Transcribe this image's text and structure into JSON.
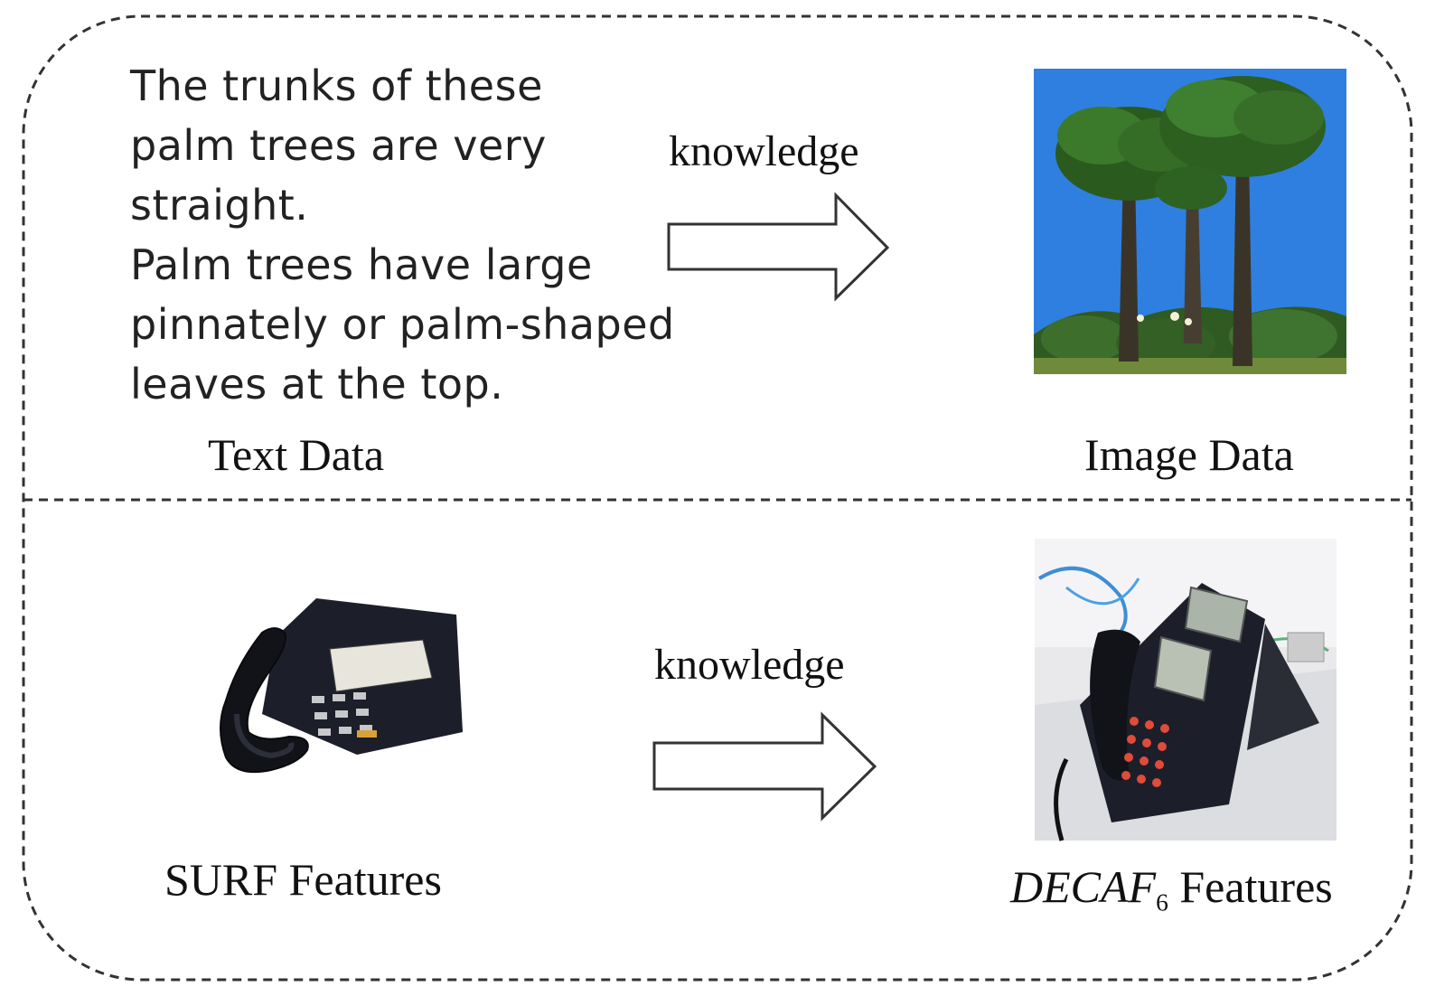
{
  "top_panel": {
    "text_lines": [
      "The trunks of these",
      "palm trees are very",
      "straight.",
      "Palm trees have large",
      "pinnately or palm-shaped",
      "leaves at the top."
    ],
    "arrow_label": "knowledge",
    "left_caption": "Text Data",
    "right_caption": "Image Data"
  },
  "bottom_panel": {
    "arrow_label": "knowledge",
    "left_caption": "SURF Features",
    "right_caption_main": "DECAF",
    "right_caption_sub": "6",
    "right_caption_suffix": " Features"
  },
  "colors": {
    "palm_sky": "#2f7fe0",
    "phone_body": "#1c1f2a",
    "border": "#333333"
  }
}
